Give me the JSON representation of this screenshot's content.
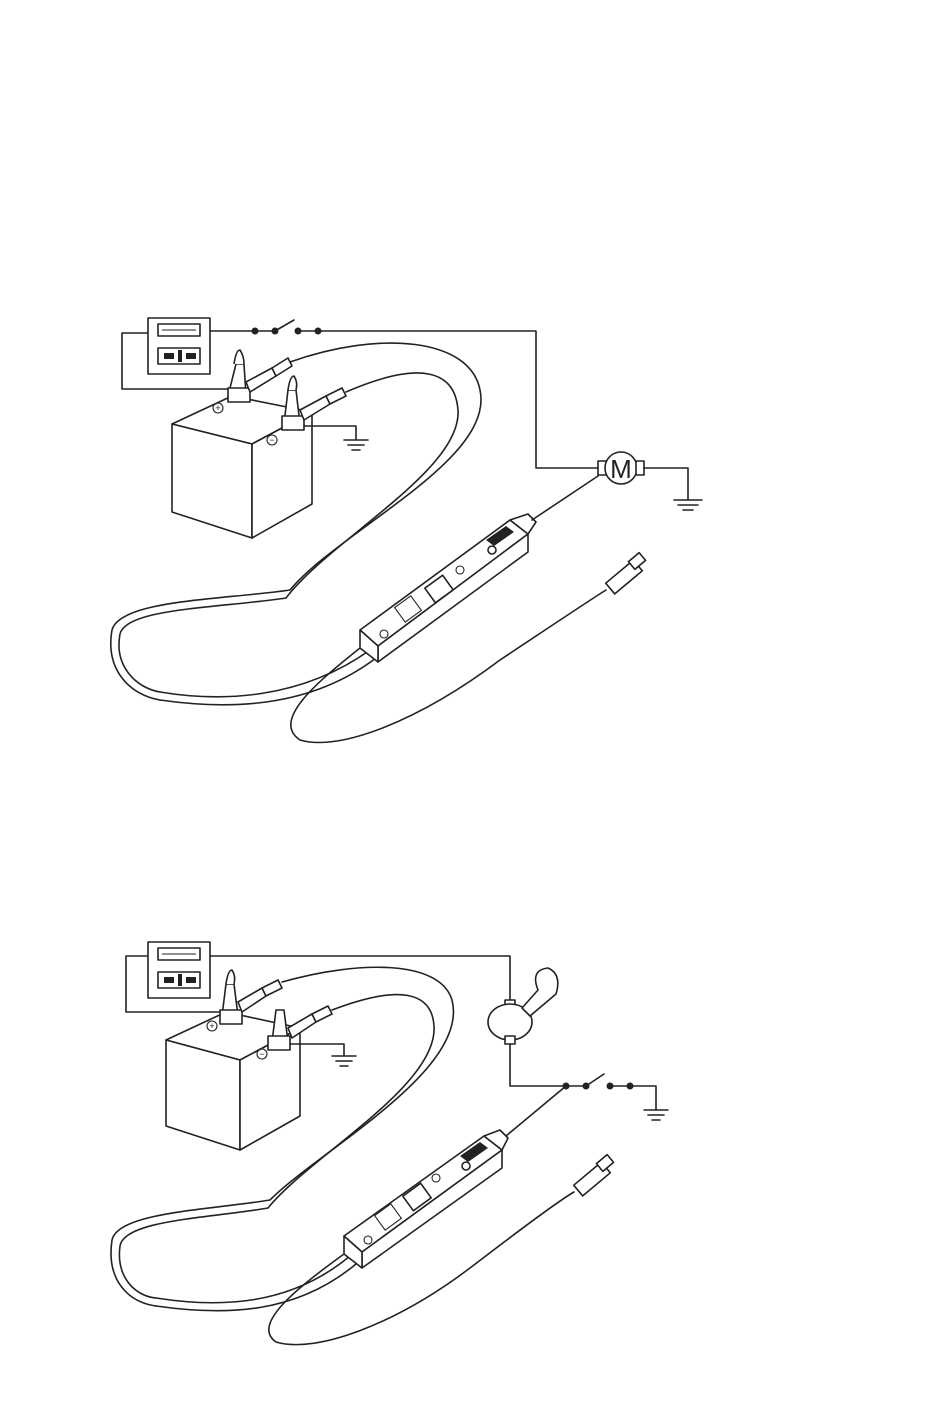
{
  "figures": [
    {
      "id": "motor-test",
      "load_symbol": "M"
    },
    {
      "id": "horn-test"
    }
  ]
}
